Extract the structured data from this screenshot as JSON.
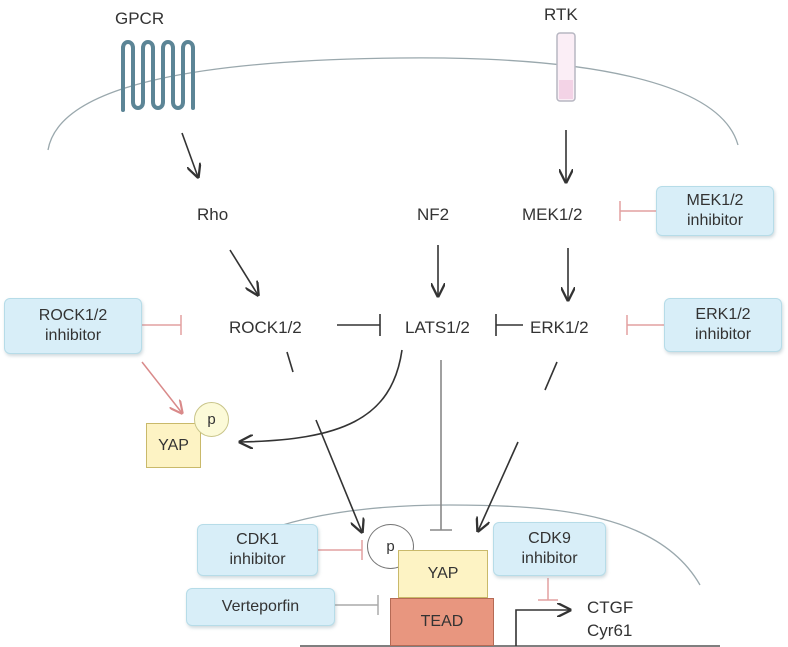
{
  "receptors": {
    "gpcr": "GPCR",
    "rtk": "RTK"
  },
  "nodes": {
    "rho": "Rho",
    "nf2": "NF2",
    "mek": "MEK1/2",
    "rock": "ROCK1/2",
    "lats": "LATS1/2",
    "erk": "ERK1/2"
  },
  "inhibitors": {
    "mek": {
      "line1": "MEK1/2",
      "line2": "inhibitor"
    },
    "erk": {
      "line1": "ERK1/2",
      "line2": "inhibitor"
    },
    "rock": {
      "line1": "ROCK1/2",
      "line2": "inhibitor"
    },
    "cdk1": {
      "line1": "CDK1",
      "line2": "inhibitor"
    },
    "cdk9": {
      "line1": "CDK9",
      "line2": "inhibitor"
    },
    "verteporfin": "Verteporfin"
  },
  "cytoplasm": {
    "yap": "YAP",
    "phospho": "p"
  },
  "nucleus": {
    "phospho": "p",
    "yap": "YAP",
    "tead": "TEAD"
  },
  "targets": {
    "gene1": "CTGF",
    "gene2": "Cyr61"
  },
  "colors": {
    "inhibitor_fill": "#d8eef8",
    "yap_fill": "#fdf3c4",
    "tead_fill": "#e8967f",
    "inhibition_line": "#e2a0a0",
    "arrow": "#333333",
    "rtk_fill": "#f3d3e6"
  }
}
